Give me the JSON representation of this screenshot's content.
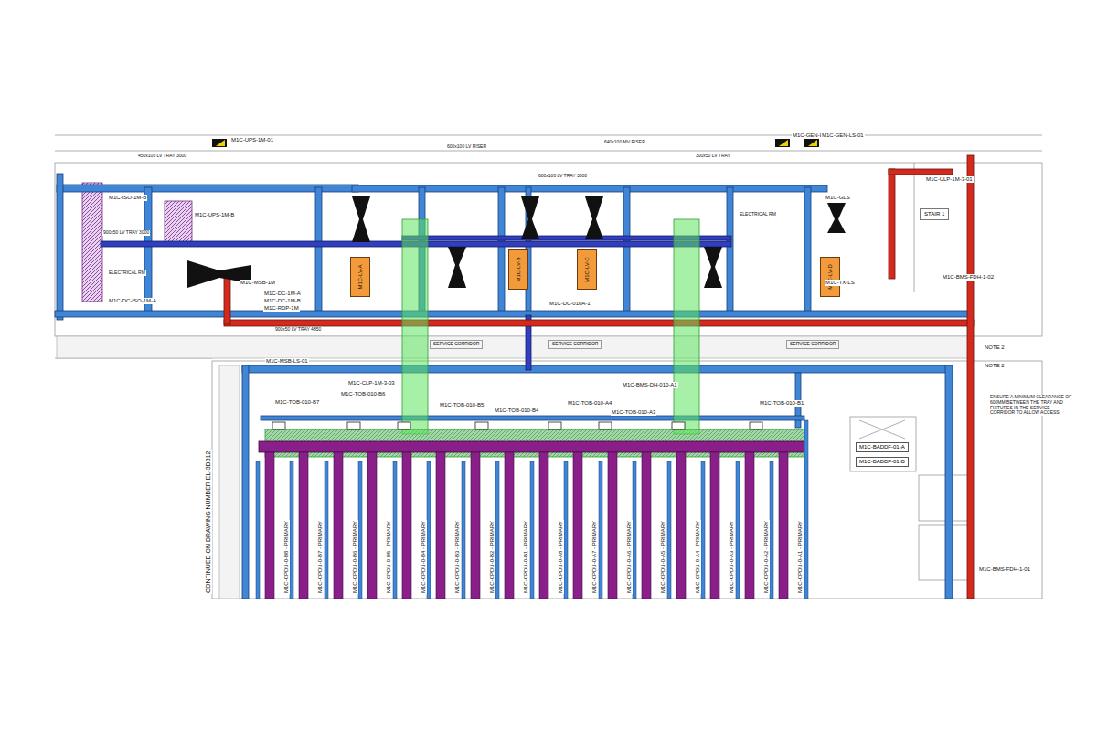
{
  "diagram": {
    "nodes": [
      {
        "text": [
          "M1C-LV-A"
        ]
      },
      {
        "text": [
          "M1C-LV-B"
        ]
      },
      {
        "text": [
          "M1C-LV-C"
        ]
      },
      {
        "text": [
          "M1C-LV-D"
        ]
      },
      {
        "text": [
          "M1C-BADDF-01-A"
        ]
      },
      {
        "text": [
          "M1C-BADDF-01-B"
        ]
      },
      {
        "text": [
          "STAIR 1"
        ]
      },
      {
        "text": [
          "SERVICE CORRIDOR"
        ]
      },
      {
        "text": [
          "SERVICE CORRIDOR"
        ]
      },
      {
        "text": [
          "SERVICE CORRIDOR"
        ]
      }
    ],
    "labels": [
      "M1C-UPS-1M-01",
      "M1C-GEN-LS-02",
      "M1C-GEN-LS-01",
      "640x100 MV RISER",
      "450x100 LV TRAY 3000",
      "600x100 LV RISER",
      "300x50 LV TRAY",
      "M1C-ULP-1M-3-01",
      "M1C-ISO-1M-B",
      "M1C-UPS-1M-B",
      "900x50 LV TRAY 3000",
      "M1C-DC-ISO-1M-A",
      "M1C-MSB-1M",
      "M1C-DC-1M-A",
      "M1C-DC-1M-B",
      "M1C-RDP-1M",
      "900x50 LV TRAY 4850",
      "M1C-MSB-LS-01",
      "M1C-CLP-1M-3-03",
      "M1C-TOB-010-B7",
      "M1C-TOB-010-B6",
      "M1C-TOB-010-B5",
      "M1C-TOB-010-B4",
      "M1C-TOB-010-A4",
      "M1C-TOB-010-A3",
      "M1C-TOB-010-B1",
      "M1C-BMS-DH-010-A1",
      "M1C-DC-010A-1",
      "M1C-GLS",
      "M1C-TX-LS",
      "M1C-BMS-FDH-1-02",
      "NOTE 2",
      "NOTE 2",
      "ENSURE A MINIMUM CLEARANCE OF 600MM BETWEEN THE TRAY AND FIXTURES IN THE SERVICE CORRIDOR TO ALLOW ACCESS",
      "M1C-BMS-FDH-1-01",
      "CONTINUED ON DRAWING NUMBER EL-3D312",
      "ELECTRICAL RM",
      "ELECTRICAL RM",
      "600x100 LV TRAY 3000",
      "M1C-CPDU-0-B8 - PRIMARY",
      "M1C-CPDU-0-B7 - PRIMARY",
      "M1C-CPDU-0-B6 - PRIMARY",
      "M1C-CPDU-0-B5 - PRIMARY",
      "M1C-CPDU-0-B4 - PRIMARY",
      "M1C-CPDU-0-B3 - PRIMARY",
      "M1C-CPDU-0-B2 - PRIMARY",
      "M1C-CPDU-0-B1 - PRIMARY",
      "M1C-CPDU-0-A8 - PRIMARY",
      "M1C-CPDU-0-A7 - PRIMARY",
      "M1C-CPDU-0-A6 - PRIMARY",
      "M1C-CPDU-0-A5 - PRIMARY",
      "M1C-CPDU-0-A4 - PRIMARY",
      "M1C-CPDU-0-A3 - PRIMARY",
      "M1C-CPDU-0-A2 - PRIMARY",
      "M1C-CPDU-0-A1 - PRIMARY"
    ]
  }
}
